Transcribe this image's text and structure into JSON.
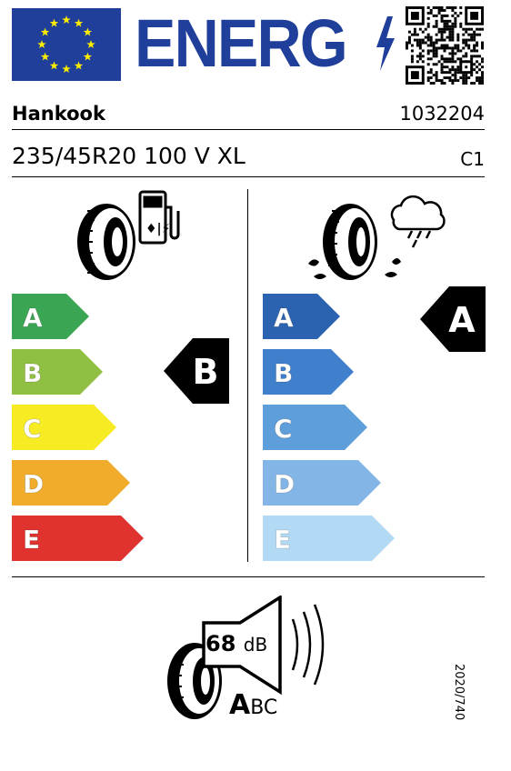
{
  "header": {
    "title": "ENERG",
    "brand": "Hankook",
    "article_code": "1032204",
    "tyre_size": "235/45R20 100 V XL",
    "tyre_class": "C1"
  },
  "fuel_efficiency": {
    "scale": [
      {
        "letter": "A",
        "color": "#3aa553"
      },
      {
        "letter": "B",
        "color": "#8fc043"
      },
      {
        "letter": "C",
        "color": "#f7ec24"
      },
      {
        "letter": "D",
        "color": "#f0ac2a"
      },
      {
        "letter": "E",
        "color": "#e0322f"
      }
    ],
    "rating": "B"
  },
  "wet_grip": {
    "scale": [
      {
        "letter": "A",
        "color": "#2b63b1"
      },
      {
        "letter": "B",
        "color": "#3f7fcc"
      },
      {
        "letter": "C",
        "color": "#5d9edb"
      },
      {
        "letter": "D",
        "color": "#83b6e6"
      },
      {
        "letter": "E",
        "color": "#b2daf5"
      }
    ],
    "rating": "A"
  },
  "noise": {
    "value": "68",
    "unit": "dB",
    "class_main": "A",
    "class_rest": "BC"
  },
  "regulation": "2020/740",
  "colors": {
    "eu_blue": "#1f3f9a",
    "eu_star": "#ffed00"
  }
}
